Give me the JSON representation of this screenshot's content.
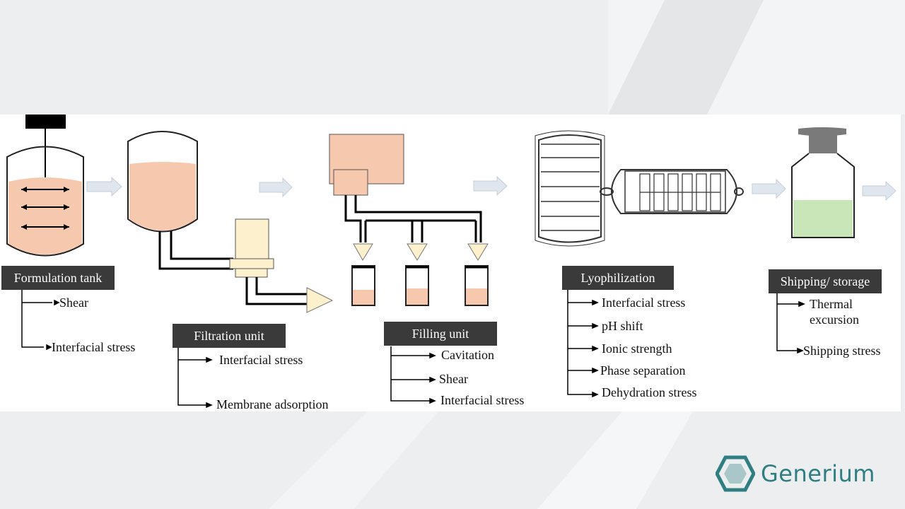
{
  "stages": [
    {
      "id": "formulation",
      "label": "Formulation tank",
      "stresses": [
        "Shear",
        "Interfacial stress"
      ]
    },
    {
      "id": "filtration",
      "label": "Filtration unit",
      "stresses": [
        "Interfacial stress",
        "Membrane adsorption"
      ]
    },
    {
      "id": "filling",
      "label": "Filling unit",
      "stresses": [
        "Cavitation",
        "Shear",
        "Interfacial stress"
      ]
    },
    {
      "id": "lyophilization",
      "label": "Lyophilization",
      "stresses": [
        "Interfacial stress",
        "pH shift",
        "Ionic strength",
        "Phase separation",
        "Dehydration stress"
      ]
    },
    {
      "id": "shipping",
      "label": "Shipping/ storage",
      "stresses": [
        "Thermal excursion",
        "Shipping stress"
      ]
    }
  ],
  "brand": {
    "name": "Generium",
    "color": "#2f7f82"
  },
  "colors": {
    "liquid": "#f6c9ae",
    "vial_liquid": "#c9e6b8",
    "filter": "#fdf0cc",
    "label_bg": "#3a3a3a",
    "arrow": "#dfe6ee"
  }
}
